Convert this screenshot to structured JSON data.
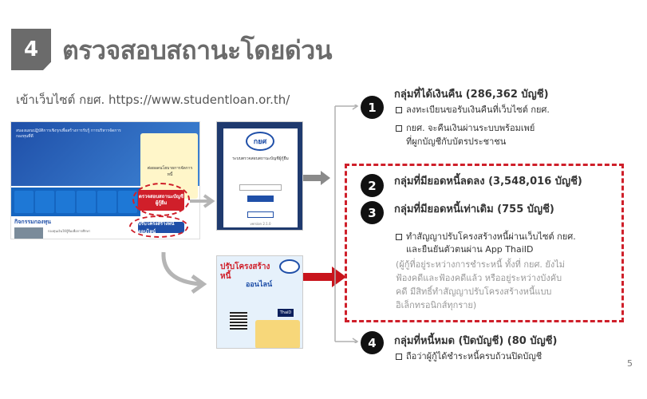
{
  "header": {
    "step_number": "4",
    "title": "ตรวจสอบสถานะโดยด่วน",
    "subtitle": "เข้าเว็บไซต์ กยศ. https://www.studentloan.or.th/"
  },
  "screenshots": {
    "website_banner_text": "สนองแผนปฏิบัติการเชิงรุกเพื่อสร้างการรับรู้ การบริหารจัดการกองทุนที่ดี",
    "yellow_card_text": "ต่อยอดนโยบายการจัดการหนี้",
    "news_title": "กิจกรรมกองทุน",
    "news_text": "กองทุนเงินให้กู้ยืมเพื่อการศึกษา",
    "red_button_label": "ตรวจสอบสถานะบัญชีผู้กู้ยืม",
    "blue_button_label": "ปรับโครงสร้างหนี้ออนไลน์",
    "login_logo": "กยศ",
    "login_system_name": "ระบบตรวจสอบสถานะบัญชีผู้กู้ยืม",
    "login_version": "version 2.1.0",
    "promo_title": "ปรับโครงสร้างหนี้",
    "promo_sub": "ออนไลน์",
    "promo_thaid": "ThaiD"
  },
  "groups": [
    {
      "number": "1",
      "title": "กลุ่มที่ได้เงินคืน (286,362 บัญชี)",
      "bullets": [
        "ลงทะเบียนขอรับเงินคืนที่เว็บไซต์ กยศ.",
        "กยศ. จะคืนเงินผ่านระบบพร้อมเพย์",
        "ที่ผูกบัญชีกับบัตรประชาชน"
      ]
    },
    {
      "number": "2",
      "title": "กลุ่มที่มียอดหนี้ลดลง (3,548,016 บัญชี)"
    },
    {
      "number": "3",
      "title": "กลุ่มที่มียอดหนี้เท่าเดิม (755 บัญชี)",
      "bullets": [
        "ทำสัญญาปรับโครงสร้างหนี้ผ่านเว็บไซต์ กยศ.",
        "และยืนยันตัวตนผ่าน App ThaiID"
      ],
      "note_lines": [
        "(ผู้กู้ที่อยู่ระหว่างการชำระหนี้ ทั้งที่ กยศ. ยังไม่",
        "ฟ้องคดีและฟ้องคดีแล้ว หรืออยู่ระหว่างบังคับ",
        "คดี มีสิทธิ์ทำสัญญาปรับโครงสร้างหนี้แบบ",
        "อิเล็กทรอนิกส์ทุกราย)"
      ]
    },
    {
      "number": "4",
      "title": "กลุ่มที่หนี้หมด (ปิดบัญชี) (80 บัญชี)",
      "bullets": [
        "ถือว่าผู้กู้ได้ชำระหนี้ครบถ้วนปิดบัญชี"
      ]
    }
  ],
  "page_number": "5",
  "colors": {
    "accent_red": "#cf1f2a",
    "badge_gray": "#6b6b6b",
    "number_black": "#111111"
  }
}
